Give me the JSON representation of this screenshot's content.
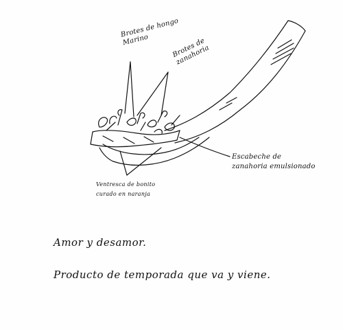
{
  "labels": {
    "brotes_hongo": "Brotes de hongo Marino",
    "brotes_zanahoria": "Brotes de zanahoria",
    "escabeche": "Escabeche de zanahoria emulsionado",
    "ventresca": "Ventresca de bonito curado en naranja"
  },
  "caption": {
    "line1": "Amor y desamor.",
    "line2": "Producto de temporada que va y viene."
  },
  "colors": {
    "ink": "#111111",
    "paper": "#fefefe"
  }
}
